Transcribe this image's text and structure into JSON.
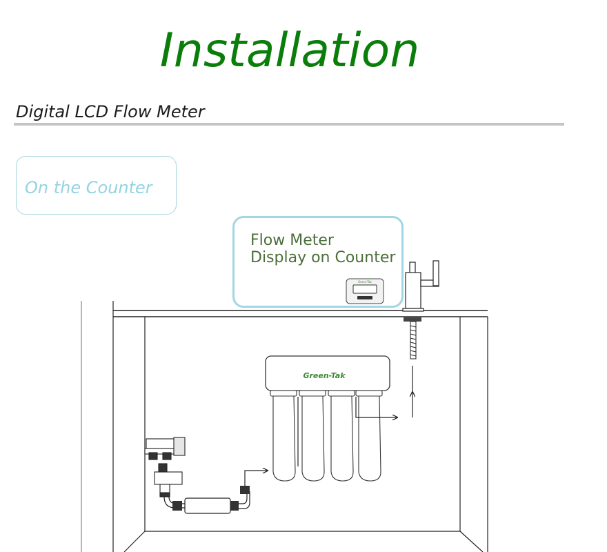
{
  "title": "Installation",
  "section_heading": "Digital LCD Flow Meter",
  "counter_label": "On the Counter",
  "meter_callout": {
    "line1": "Flow Meter",
    "line2": "Display on Counter"
  },
  "filter_brand": "Green-Tak",
  "colors": {
    "title": "#0a7d0a",
    "counter_label": "#94d3e2",
    "callout_border": "#a2d6e2",
    "callout_text": "#4b6e3a"
  }
}
